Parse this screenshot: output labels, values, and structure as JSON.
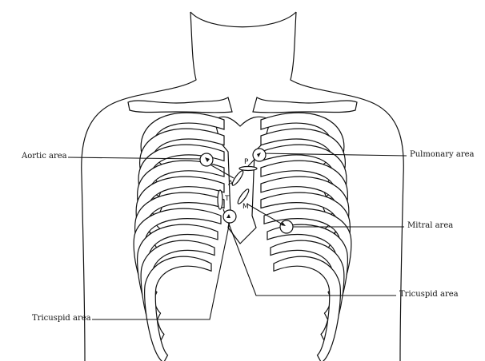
{
  "labels": {
    "aortic": "Aortic area",
    "pulmonary": "Pulmonary area",
    "mitral": "Mitral area",
    "tricuspid_right": "Tricuspid area",
    "tricuspid_left": "Tricuspid area"
  },
  "valves": {
    "aortic": "A",
    "pulmonary": "P",
    "tricuspid": "T",
    "mitral": "M"
  },
  "colors": {
    "line": "#111111",
    "background": "#ffffff"
  }
}
